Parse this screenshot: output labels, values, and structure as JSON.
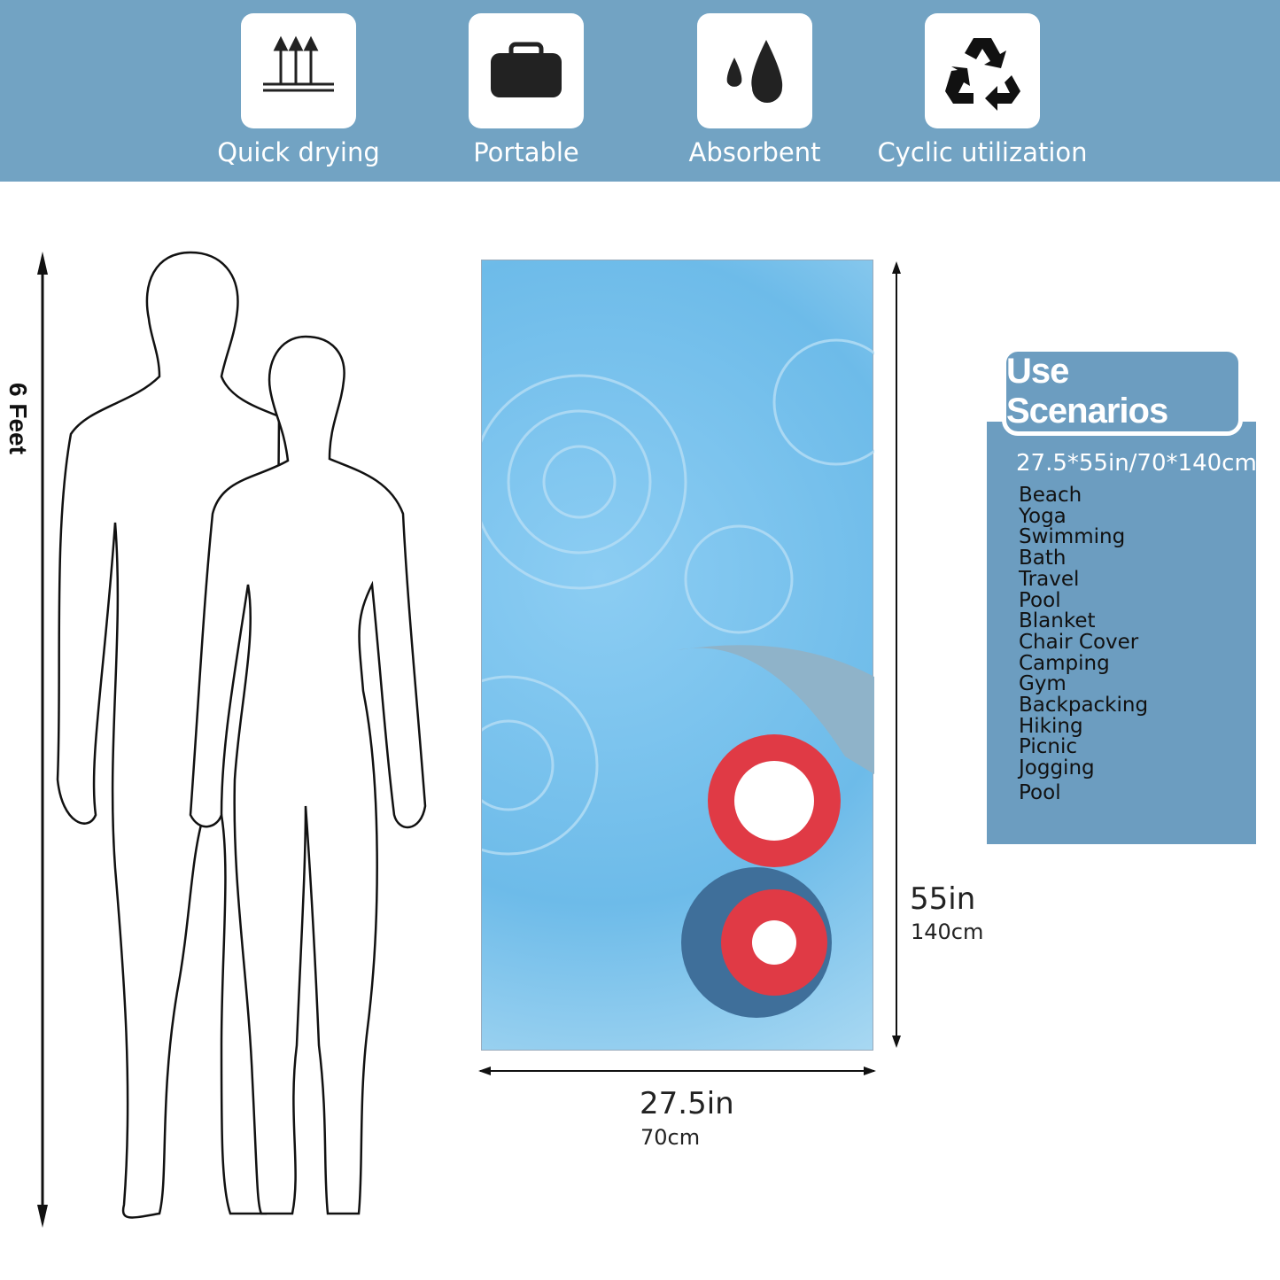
{
  "features": [
    {
      "icon": "quick-dry-arrows-icon",
      "label": "Quick drying"
    },
    {
      "icon": "bag-icon",
      "label": "Portable"
    },
    {
      "icon": "water-drops-icon",
      "label": "Absorbent"
    },
    {
      "icon": "recycle-icon",
      "label": "Cyclic utilization"
    }
  ],
  "height_label": "6 Feet",
  "towel": {
    "height_in": "55in",
    "height_cm": "140cm",
    "width_in": "27.5in",
    "width_cm": "70cm"
  },
  "scenarios": {
    "title": "Use Scenarios",
    "size": "27.5*55in/70*140cm",
    "items": [
      "Beach",
      "Yoga",
      "Swimming",
      "Bath",
      "Travel",
      "Pool",
      "Blanket",
      "Chair Cover",
      "Camping",
      "Gym",
      "Backpacking",
      "Hiking",
      "Picnic",
      "Jogging",
      "Pool"
    ]
  },
  "colors": {
    "header": "#72a3c3",
    "panel": "#6c9dc0",
    "towel": "#7ec4ee",
    "flower": "#e03a45"
  }
}
